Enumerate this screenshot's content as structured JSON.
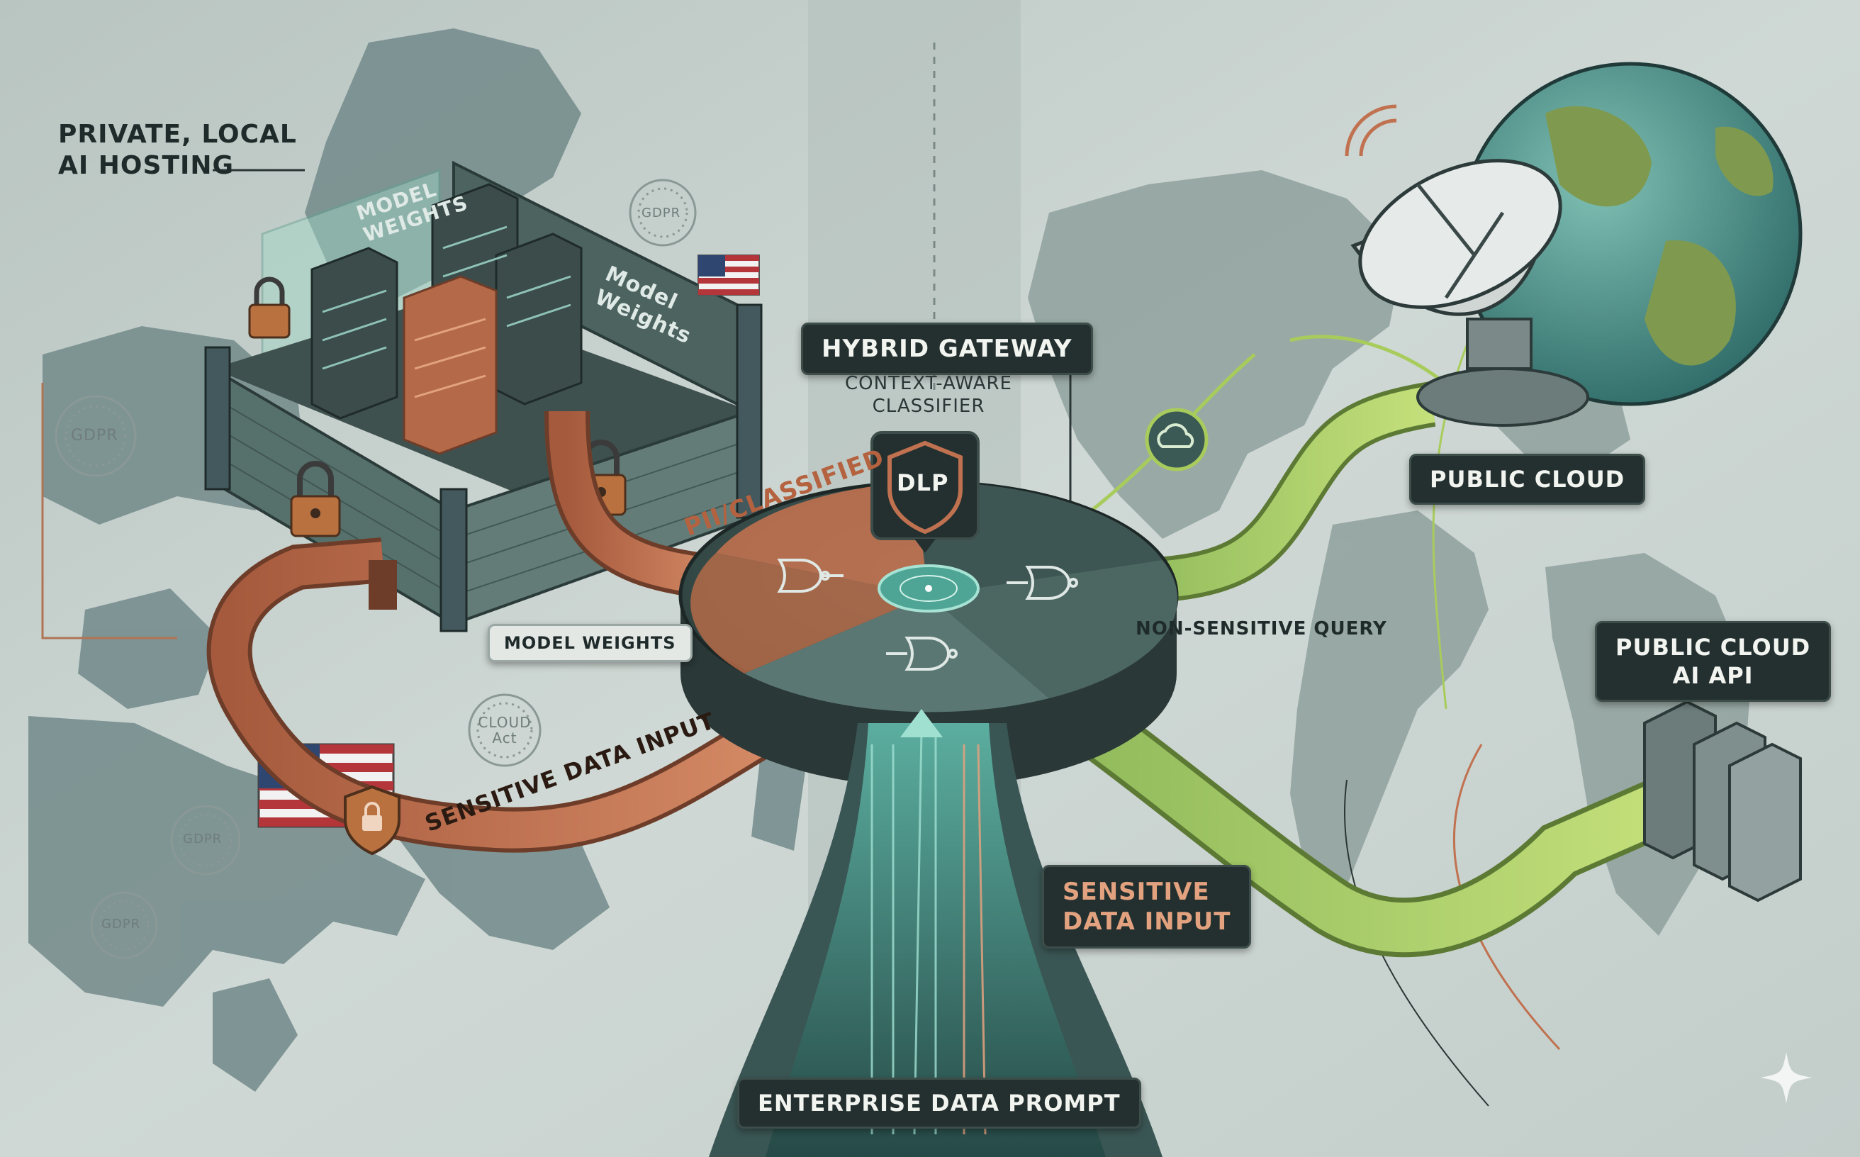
{
  "labels": {
    "private_hosting_line1": "PRIVATE, LOCAL",
    "private_hosting_line2": "AI HOSTING",
    "model_weights_wall_left_1": "MODEL",
    "model_weights_wall_left_2": "WEIGHTS",
    "model_weights_wall_right_1": "Model",
    "model_weights_wall_right_2": "Weights",
    "model_weights_tag": "MODEL WEIGHTS",
    "hybrid_gateway": "HYBRID GATEWAY",
    "classifier_line1": "CONTEXT-AWARE",
    "classifier_line2": "CLASSIFIER",
    "dlp": "DLP",
    "pii_classified": "PII/CLASSIFIED",
    "non_sensitive_query": "NON-SENSITIVE QUERY",
    "public_cloud": "PUBLIC CLOUD",
    "public_cloud_api_line1": "PUBLIC CLOUD",
    "public_cloud_api_line2": "AI API",
    "sensitive_input_ribbon": "SENSITIVE DATA INPUT",
    "sensitive_input_line1": "SENSITIVE",
    "sensitive_input_line2": "DATA INPUT",
    "enterprise_prompt": "ENTERPRISE DATA PROMPT",
    "gdpr": "GDPR",
    "cloud_act_line1": "CLOUD",
    "cloud_act_line2": "Act"
  },
  "colors": {
    "sensitive_flow": "#c0714f",
    "public_flow": "#a8cc5c",
    "prompt_flow": "#5fb8a8",
    "dark_panel": "#23302f",
    "map_land": "#6f8581",
    "background": "#c9d3cf"
  },
  "icons": {
    "padlock": "padlock-icon",
    "flag": "us-flag-icon",
    "shield": "shield-lock-icon",
    "cloud": "cloud-icon",
    "satellite": "satellite-dish-icon",
    "globe": "globe-icon",
    "logic_gate": "logic-gate-icon",
    "sparkle": "sparkle-icon"
  }
}
